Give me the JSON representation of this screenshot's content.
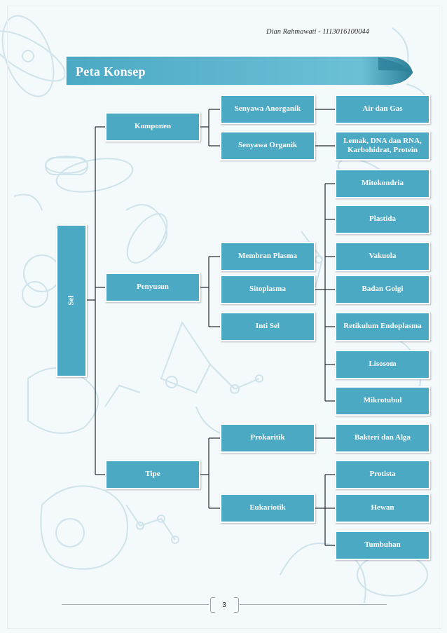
{
  "header": {
    "author": "Dian Rahmawati - 1113016100044",
    "title": "Peta Konsep"
  },
  "concept_map": {
    "root": "Sel",
    "level1": {
      "komponen": "Komponen",
      "penyusun": "Penyusun",
      "tipe": "Tipe"
    },
    "level2": {
      "senyawa_anorganik": "Senyawa Anorganik",
      "senyawa_organik": "Senyawa Organik",
      "membran_plasma": "Membran Plasma",
      "sitoplasma": "Sitoplasma",
      "inti_sel": "Inti Sel",
      "prokaritik": "Prokaritik",
      "eukariotik": "Eukariotik"
    },
    "level3": {
      "air_dan_gas": "Air dan Gas",
      "lemak": "Lemak, DNA dan RNA, Karbohidrat, Protein",
      "mitokondria": "Mitokondria",
      "plastida": "Plastida",
      "vakuola": "Vakuola",
      "badan_golgi": "Badan Golgi",
      "retikulum": "Retikulum Endoplasma",
      "lisosom": "Lisosom",
      "mikrotubul": "Mikrotubul",
      "bakteri": "Bakteri dan Alga",
      "protista": "Protista",
      "hewan": "Hewan",
      "tumbuhan": "Tumbuhan"
    }
  },
  "footer": {
    "page_number": "3"
  },
  "colors": {
    "box": "#4ba9c3",
    "banner": "#4ba9c3",
    "line": "#1f2a30",
    "background_sketch": "#cfe3ea"
  }
}
